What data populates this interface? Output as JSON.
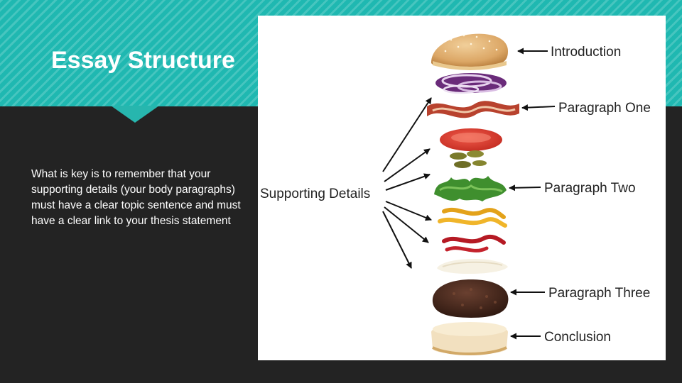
{
  "slide": {
    "title": "Essay Structure",
    "body": "What is key is to remember that your supporting details (your body paragraphs) must have a clear topic sentence and must have a clear link to your thesis statement"
  },
  "diagram": {
    "labels": {
      "introduction": "Introduction",
      "paragraph_one": "Paragraph One",
      "paragraph_two": "Paragraph Two",
      "paragraph_three": "Paragraph Three",
      "conclusion": "Conclusion",
      "supporting_details": "Supporting Details"
    },
    "layers": [
      "top-bun",
      "onion",
      "bacon",
      "tomato",
      "pickles",
      "lettuce",
      "mustard",
      "ketchup",
      "mayonnaise",
      "patty",
      "bottom-bun"
    ]
  },
  "colors": {
    "header_teal": "#1fb8b1",
    "slide_background": "#232323",
    "panel_background": "#ffffff"
  }
}
